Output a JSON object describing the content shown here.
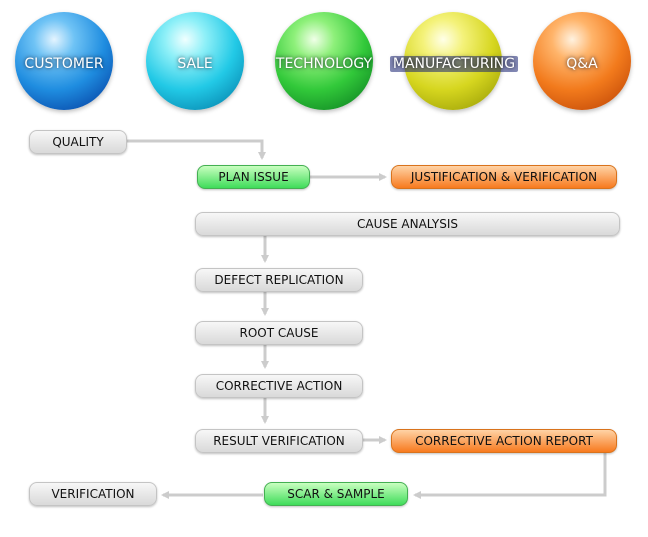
{
  "categories": [
    {
      "label": "CUSTOMER",
      "color": "#1f8de0"
    },
    {
      "label": "SALE",
      "color": "#22c9e6"
    },
    {
      "label": "TECHNOLOGY",
      "color": "#32c93a"
    },
    {
      "label": "MANUFACTURING",
      "color": "#d6d61f"
    },
    {
      "label": "Q&A",
      "color": "#f27a1c"
    }
  ],
  "flow": {
    "quality": "QUALITY",
    "plan_issue": "PLAN ISSUE",
    "justification": "JUSTIFICATION & VERIFICATION",
    "cause_analysis": "CAUSE ANALYSIS",
    "defect_replication": "DEFECT REPLICATION",
    "root_cause": "ROOT CAUSE",
    "corrective_action": "CORRECTIVE ACTION",
    "result_verification": "RESULT VERIFICATION",
    "corrective_action_report": "CORRECTIVE ACTION REPORT",
    "scar_sample": "SCAR & SAMPLE",
    "verification": "VERIFICATION"
  },
  "colors": {
    "gray_box": "#d9d9d9",
    "green_box": "#3fdc5a",
    "orange_box": "#f77a1e",
    "connector": "#cccccc"
  }
}
